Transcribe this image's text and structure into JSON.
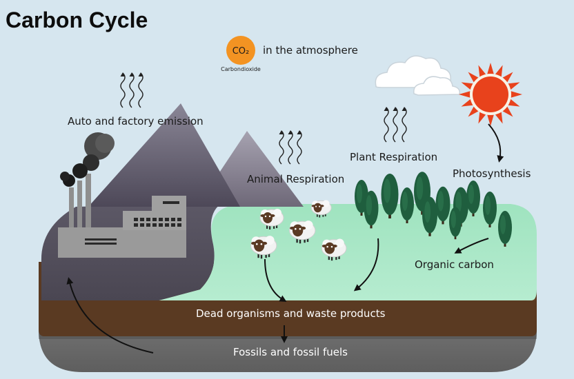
{
  "title": "Carbon Cycle",
  "atmosphere": {
    "badge": "CO₂",
    "badge_caption": "Carbondioxide",
    "label": "in the atmosphere"
  },
  "labels": {
    "auto_factory": "Auto and factory emission",
    "animal_respiration": "Animal Respiration",
    "plant_respiration": "Plant Respiration",
    "photosynthesis": "Photosynthesis",
    "organic_carbon": "Organic carbon",
    "dead_organisms": "Dead organisms and waste products",
    "fossils": "Fossils and fossil fuels"
  },
  "colors": {
    "background": "#d6e6ef",
    "co2_badge": "#f39322",
    "sun": "#e8421c",
    "grass": "#a6e6c4",
    "soil": "#5a3a22",
    "fossil_layer": "#6e6e6e",
    "mountain": "#6a6478",
    "factory": "#8f8f8f",
    "tree": "#1f5e3e"
  }
}
